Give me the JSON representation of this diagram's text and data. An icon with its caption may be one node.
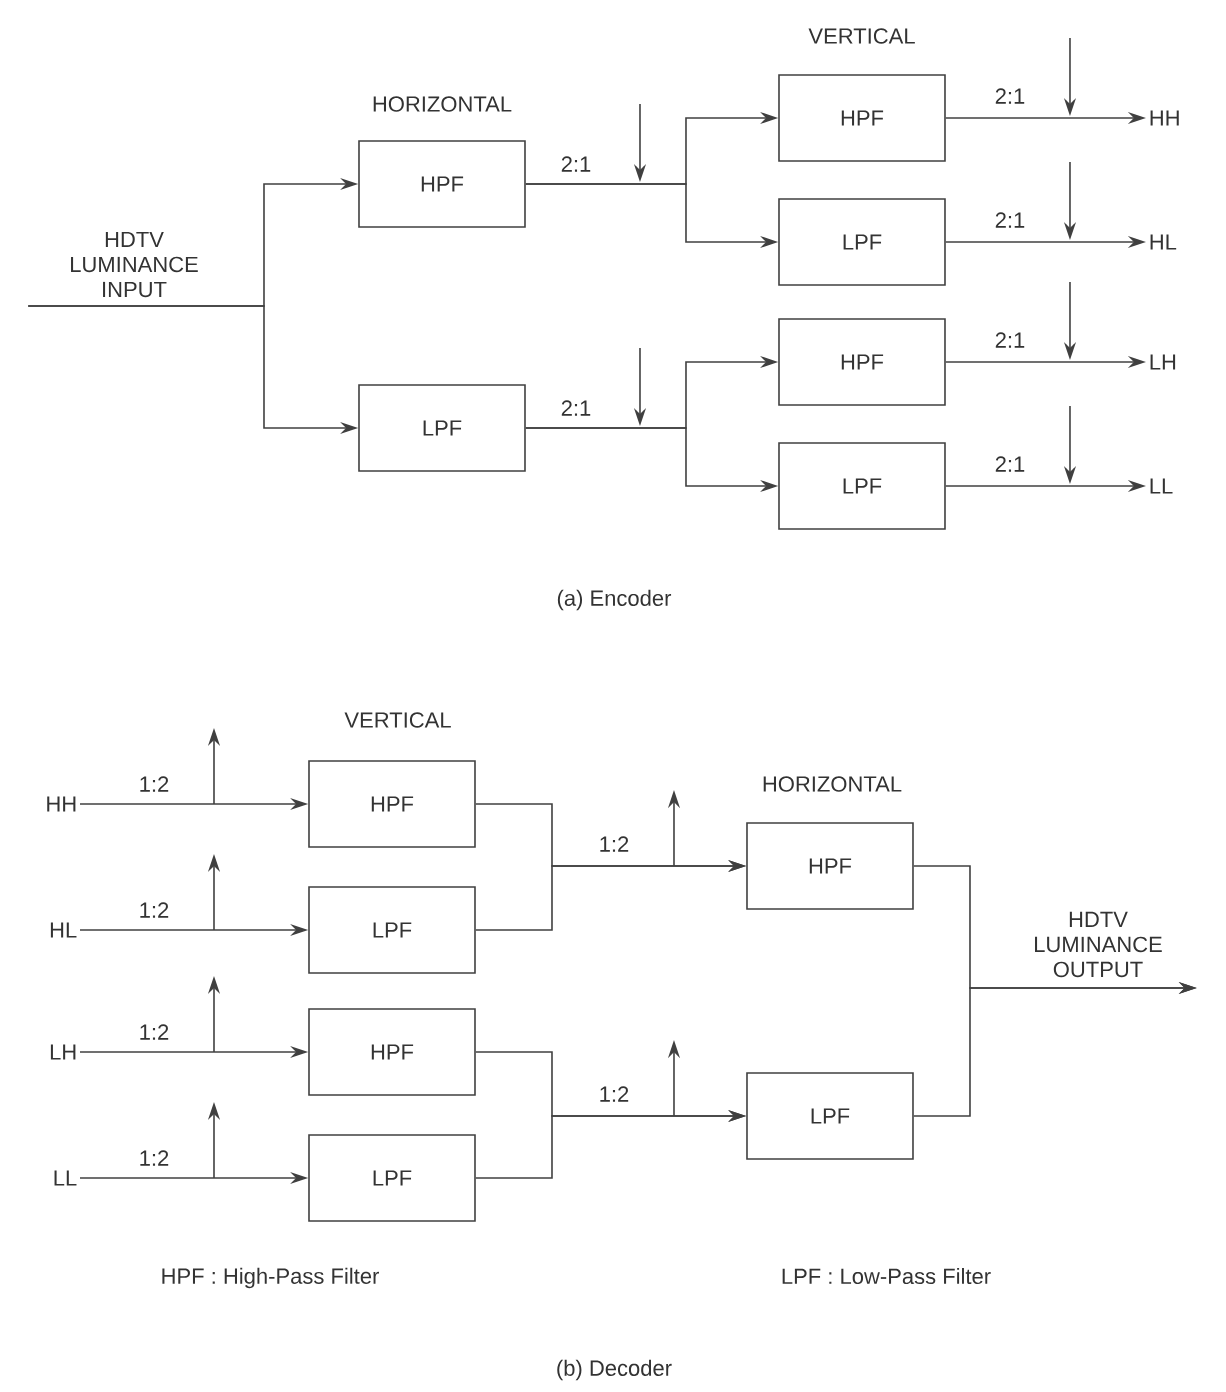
{
  "diagram": {
    "nodes": [
      {
        "text": [
          "HDTV LUMINANCE INPUT"
        ]
      },
      {
        "text": [
          "HPF"
        ]
      },
      {
        "text": [
          "LPF"
        ]
      },
      {
        "text": [
          "HPF"
        ]
      },
      {
        "text": [
          "LPF"
        ]
      },
      {
        "text": [
          "HPF"
        ]
      },
      {
        "text": [
          "LPF"
        ]
      },
      {
        "text": [
          "HH"
        ]
      },
      {
        "text": [
          "HL"
        ]
      },
      {
        "text": [
          "LH"
        ]
      },
      {
        "text": [
          "LL"
        ]
      },
      {
        "text": [
          "HH"
        ]
      },
      {
        "text": [
          "HL"
        ]
      },
      {
        "text": [
          "LH"
        ]
      },
      {
        "text": [
          "LL"
        ]
      },
      {
        "text": [
          "HPF"
        ]
      },
      {
        "text": [
          "LPF"
        ]
      },
      {
        "text": [
          "HPF"
        ]
      },
      {
        "text": [
          "LPF"
        ]
      },
      {
        "text": [
          "HPF"
        ]
      },
      {
        "text": [
          "LPF"
        ]
      },
      {
        "text": [
          "HDTV LUMINANCE OUTPUT"
        ]
      }
    ],
    "edges": [
      {
        "from": 0,
        "to": 1,
        "arrow": "to"
      },
      {
        "from": 0,
        "to": 2,
        "arrow": "to"
      },
      {
        "from": 1,
        "to": 3,
        "arrow": "to",
        "label": "2:1"
      },
      {
        "from": 1,
        "to": 4,
        "arrow": "to"
      },
      {
        "from": 2,
        "to": 5,
        "arrow": "to",
        "label": "2:1"
      },
      {
        "from": 2,
        "to": 6,
        "arrow": "to"
      },
      {
        "from": 3,
        "to": 7,
        "arrow": "to",
        "label": "2:1"
      },
      {
        "from": 4,
        "to": 8,
        "arrow": "to",
        "label": "2:1"
      },
      {
        "from": 5,
        "to": 9,
        "arrow": "to",
        "label": "2:1"
      },
      {
        "from": 6,
        "to": 10,
        "arrow": "to",
        "label": "2:1"
      },
      {
        "from": 11,
        "to": 15,
        "arrow": "to",
        "label": "1:2"
      },
      {
        "from": 12,
        "to": 16,
        "arrow": "to",
        "label": "1:2"
      },
      {
        "from": 13,
        "to": 17,
        "arrow": "to",
        "label": "1:2"
      },
      {
        "from": 14,
        "to": 18,
        "arrow": "to",
        "label": "1:2"
      },
      {
        "from": 15,
        "to": 19,
        "arrow": "to",
        "label": "1:2"
      },
      {
        "from": 16,
        "to": 19,
        "arrow": "to"
      },
      {
        "from": 17,
        "to": 20,
        "arrow": "to",
        "label": "1:2"
      },
      {
        "from": 18,
        "to": 20,
        "arrow": "to"
      },
      {
        "from": 19,
        "to": 21,
        "arrow": "to"
      },
      {
        "from": 20,
        "to": 21,
        "arrow": "to"
      }
    ],
    "labels": [
      "VERTICAL",
      "HORIZONTAL",
      "(a)  Encoder",
      "VERTICAL",
      "HORIZONTAL",
      "HPF : High-Pass Filter",
      "LPF : Low-Pass Filter",
      "(b)  Decoder"
    ]
  }
}
